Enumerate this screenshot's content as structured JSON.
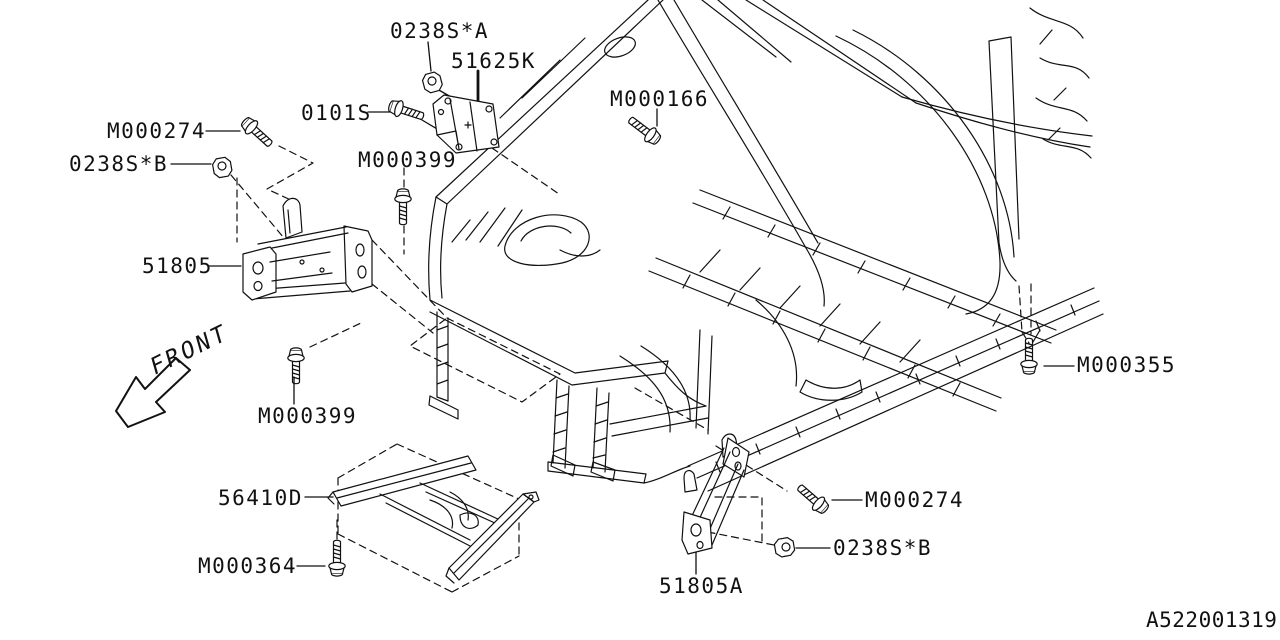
{
  "diagram": {
    "drawing_id": "A522001319",
    "front_label": "FRONT",
    "callouts": {
      "nut_a": "0238S*A",
      "bracket_51625k": "51625K",
      "bolt_0101s": "0101S",
      "bolt_m000274_top": "M000274",
      "nut_b_top": "0238S*B",
      "bolt_m000166": "M000166",
      "bolt_m000399_top": "M000399",
      "member_51805": "51805",
      "bolt_m000399_bottom": "M000399",
      "bolt_m000355": "M000355",
      "under_guard_56410d": "56410D",
      "bolt_m000364": "M000364",
      "bolt_m000274_bottom": "M000274",
      "nut_b_bottom": "0238S*B",
      "member_51805a": "51805A"
    },
    "colors": {
      "line": "#111111",
      "background": "#ffffff"
    }
  }
}
